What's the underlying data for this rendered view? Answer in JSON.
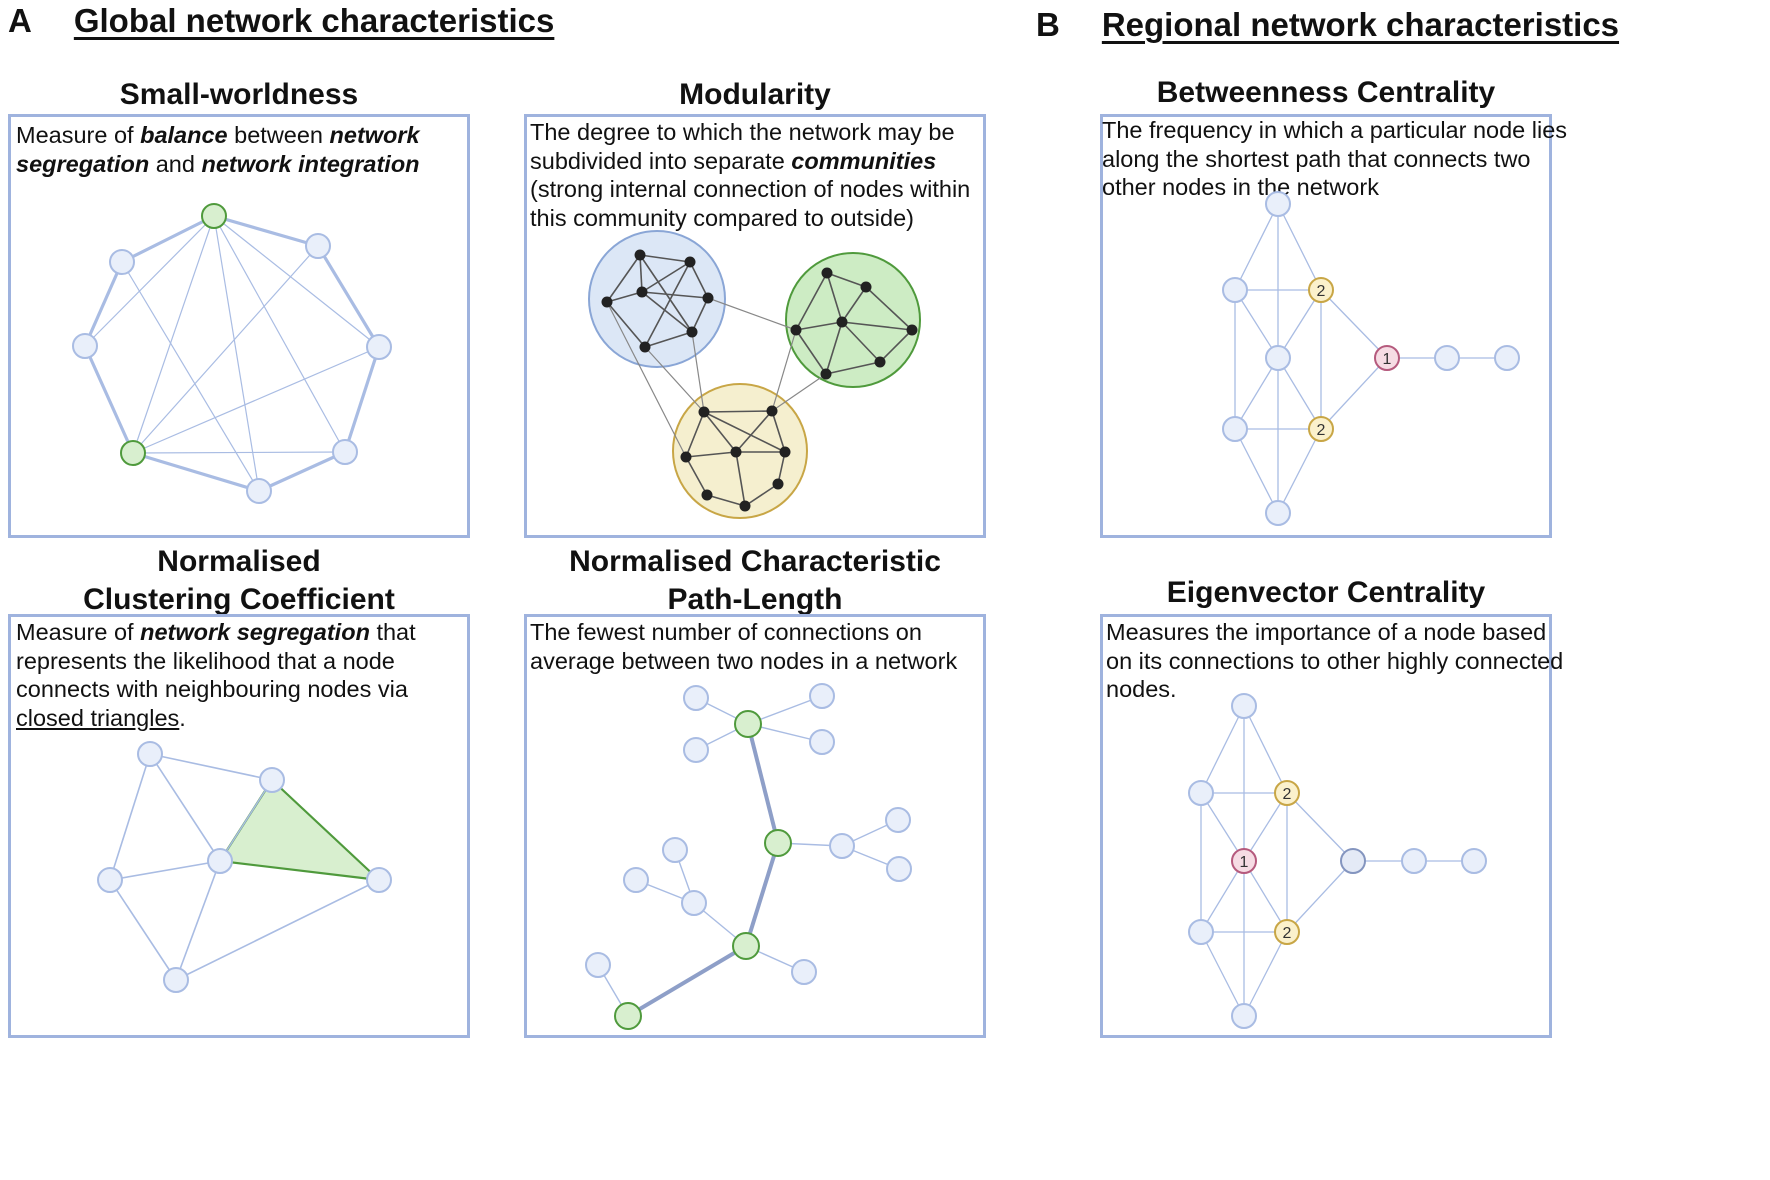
{
  "section_a": {
    "letter": "A",
    "title": "Global network characteristics"
  },
  "section_b": {
    "letter": "B",
    "title": "Regional network characteristics"
  },
  "panels": {
    "small_worldness": {
      "title": "Small-worldness",
      "desc": [
        [
          {
            "t": "Measure of "
          },
          {
            "t": "balance",
            "b": true
          },
          {
            "t": " between "
          },
          {
            "t": "network",
            "b": true
          }
        ],
        [
          {
            "t": "segregation",
            "b": true
          },
          {
            "t": " and "
          },
          {
            "t": "network integration",
            "b": true
          }
        ]
      ]
    },
    "modularity": {
      "title": "Modularity",
      "desc": [
        [
          {
            "t": "The degree to which the network may be"
          }
        ],
        [
          {
            "t": "subdivided into separate "
          },
          {
            "t": "communities",
            "b": true
          }
        ],
        [
          {
            "t": "(strong internal connection of nodes within"
          }
        ],
        [
          {
            "t": "this community compared to outside)"
          }
        ]
      ]
    },
    "clustering": {
      "title_lines": [
        "Normalised",
        "Clustering Coefficient"
      ],
      "desc": [
        [
          {
            "t": "Measure of "
          },
          {
            "t": "network segregation",
            "b": true
          },
          {
            "t": " that"
          }
        ],
        [
          {
            "t": "represents the likelihood that a node"
          }
        ],
        [
          {
            "t": "connects with neighbouring nodes via"
          }
        ],
        [
          {
            "t": "closed triangles",
            "u": true
          },
          {
            "t": "."
          }
        ]
      ]
    },
    "path_length": {
      "title_lines": [
        "Normalised Characteristic",
        "Path-Length"
      ],
      "desc": [
        [
          {
            "t": "The fewest number of connections on"
          }
        ],
        [
          {
            "t": "average between two nodes in a network"
          }
        ]
      ]
    },
    "betweenness": {
      "title": "Betweenness Centrality",
      "desc": [
        [
          {
            "t": "The frequency in which a particular node lies"
          }
        ],
        [
          {
            "t": "along the shortest path that connects two"
          }
        ],
        [
          {
            "t": "other nodes in the network"
          }
        ]
      ],
      "rank_labels": {
        "top": "1",
        "second": "2"
      }
    },
    "eigenvector": {
      "title": "Eigenvector Centrality",
      "desc": [
        [
          {
            "t": "Measures the importance of a node based"
          }
        ],
        [
          {
            "t": "on its connections to other highly connected"
          }
        ],
        [
          {
            "t": "nodes."
          }
        ]
      ],
      "rank_labels": {
        "top": "1",
        "second": "2"
      }
    }
  },
  "colors": {
    "border": "#9fb3de",
    "node_fill": "#e9effa",
    "node_stroke": "#a9bce3",
    "edge": "#a9bce3",
    "highlight_fill": "#d8efcf",
    "highlight_stroke": "#4f9a3c",
    "module_blue": "#dce7f6",
    "module_green": "#cdecc4",
    "module_yellow": "#f5efcf",
    "rank1_fill": "#f6dce4",
    "rank1_stroke": "#b55a7d",
    "rank2_fill": "#fbf1cc",
    "rank2_stroke": "#c8a646"
  }
}
